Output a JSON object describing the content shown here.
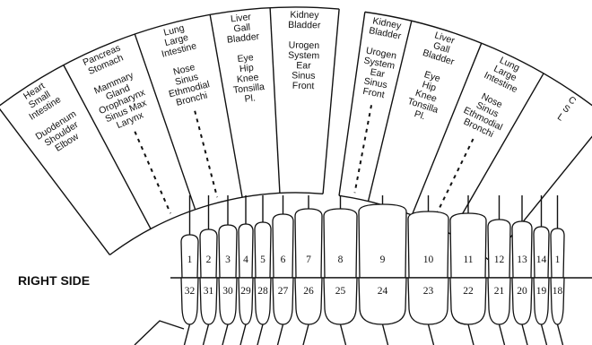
{
  "side_label": "RIGHT SIDE",
  "left_segments": [
    {
      "lines": [
        "Heart",
        "Small",
        "Intestine",
        "",
        "Duodenum",
        "Shoulder",
        "Elbow"
      ],
      "dashed": false
    },
    {
      "lines": [
        "Pancreas",
        "Stomach",
        "",
        "Mammary",
        "Gland",
        "Oropharynx",
        "Sinus Max",
        "Larynx"
      ],
      "dashed": true
    },
    {
      "lines": [
        "Lung",
        "Large",
        "Intestine",
        "",
        "Nose",
        "Sinus",
        "Ethmodial",
        "Bronchi"
      ],
      "dashed": true
    },
    {
      "lines": [
        "Liver",
        "Gall",
        "Bladder",
        "",
        "Eye",
        "Hip",
        "Knee",
        "Tonsilla",
        "Pl."
      ],
      "dashed": false
    },
    {
      "lines": [
        "Kidney",
        "Bladder",
        "",
        "Urogen",
        "System",
        "Ear",
        "Sinus",
        "Front"
      ],
      "dashed": false
    }
  ],
  "right_segments": [
    {
      "lines": [
        "Kidney",
        "Bladder",
        "",
        "Urogen",
        "System",
        "Ear",
        "Sinus",
        "Front"
      ],
      "dashed": true
    },
    {
      "lines": [
        "Liver",
        "Gall",
        "Bladder",
        "",
        "Eye",
        "Hip",
        "Knee",
        "Tonsilla",
        "Pl."
      ],
      "dashed": false
    },
    {
      "lines": [
        "Lung",
        "Large",
        "Intestine",
        "",
        "Nose",
        "Sinus",
        "Ethmodial",
        "Bronchi"
      ],
      "dashed": true
    },
    {
      "lines": [
        "C",
        "S",
        "L"
      ],
      "dashed": false
    }
  ],
  "upper_teeth": [
    "1",
    "2",
    "3",
    "4",
    "5",
    "6",
    "7",
    "8",
    "9",
    "10",
    "11",
    "12",
    "13",
    "14",
    "1"
  ],
  "lower_teeth": [
    "32",
    "31",
    "30",
    "29",
    "28",
    "27",
    "26",
    "25",
    "24",
    "23",
    "22",
    "21",
    "20",
    "19",
    "18"
  ]
}
